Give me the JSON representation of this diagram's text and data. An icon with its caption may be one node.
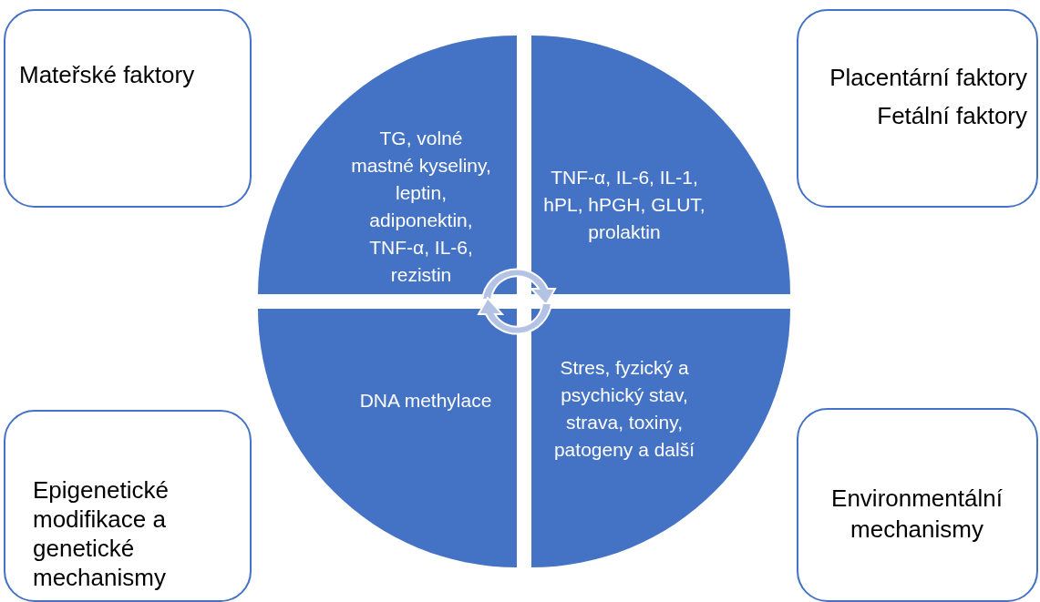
{
  "diagram": {
    "nodes": [
      {
        "text": [
          "Mateřské faktory"
        ]
      },
      {
        "text": [
          "Placentární faktory",
          "Fetální faktory"
        ]
      },
      {
        "text": [
          "Epigenetické modifikace a genetické mechanismy"
        ]
      },
      {
        "text": [
          "Environmentální mechanismy"
        ]
      },
      {
        "text": [
          "TG, volné mastné kyseliny, leptin, adiponektin, TNF-α, IL-6, rezistin"
        ]
      },
      {
        "text": [
          "TNF-α, IL-6, IL-1, hPL, hPGH, GLUT, prolaktin"
        ]
      },
      {
        "text": [
          "DNA methylace"
        ]
      },
      {
        "text": [
          "Stres, fyzický a psychický stav, strava, toxiny, patogeny a další"
        ]
      }
    ]
  }
}
